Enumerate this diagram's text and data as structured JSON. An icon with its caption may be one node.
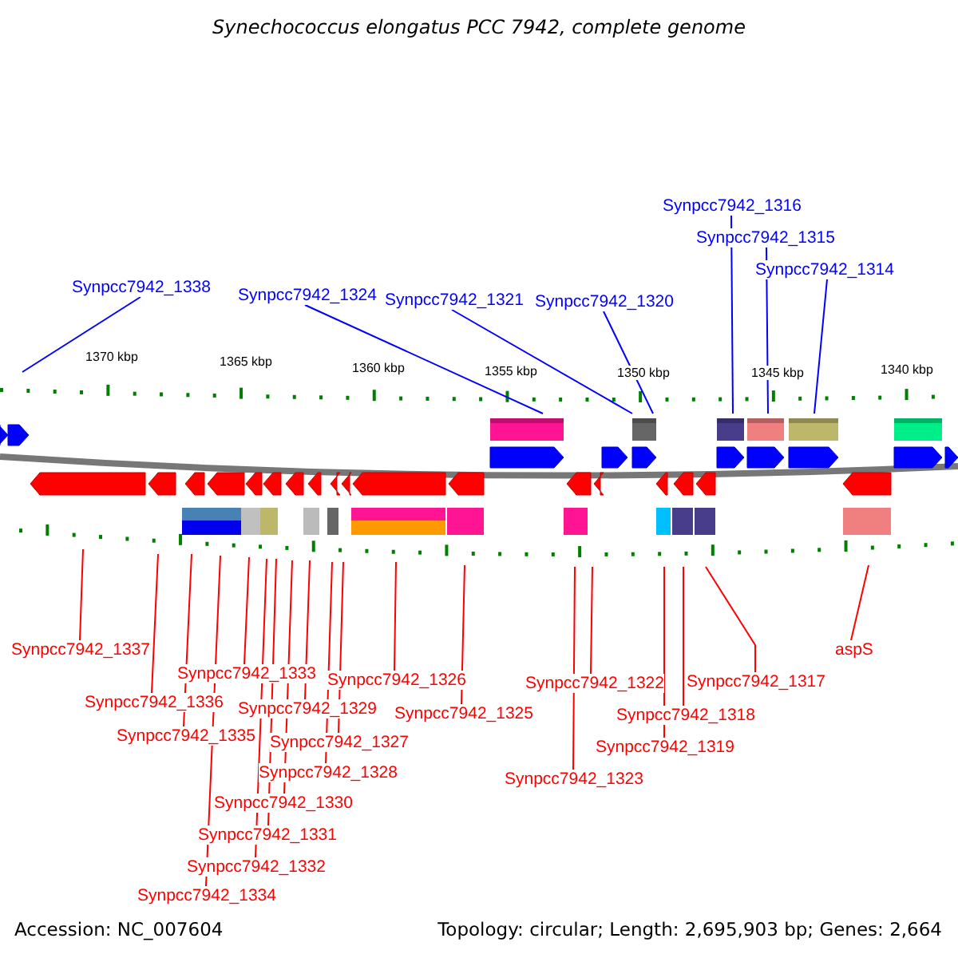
{
  "diagram": {
    "title": "Synechococcus elongatus PCC 7942, complete genome",
    "nodes": [
      {
        "text": [
          "Synpcc7942_1316"
        ]
      },
      {
        "text": [
          "Synpcc7942_1315"
        ]
      },
      {
        "text": [
          "Synpcc7942_1314"
        ]
      },
      {
        "text": [
          "Synpcc7942_1338"
        ]
      },
      {
        "text": [
          "Synpcc7942_1324"
        ]
      },
      {
        "text": [
          "Synpcc7942_1321"
        ]
      },
      {
        "text": [
          "Synpcc7942_1320"
        ]
      },
      {
        "text": [
          "Synpcc7942_1337"
        ]
      },
      {
        "text": [
          "aspS"
        ]
      },
      {
        "text": [
          "Synpcc7942_1333"
        ]
      },
      {
        "text": [
          "Synpcc7942_1326"
        ]
      },
      {
        "text": [
          "Synpcc7942_1317"
        ]
      },
      {
        "text": [
          "Synpcc7942_1322"
        ]
      },
      {
        "text": [
          "Synpcc7942_1336"
        ]
      },
      {
        "text": [
          "Synpcc7942_1329"
        ]
      },
      {
        "text": [
          "Synpcc7942_1325"
        ]
      },
      {
        "text": [
          "Synpcc7942_1318"
        ]
      },
      {
        "text": [
          "Synpcc7942_1335"
        ]
      },
      {
        "text": [
          "Synpcc7942_1327"
        ]
      },
      {
        "text": [
          "Synpcc7942_1319"
        ]
      },
      {
        "text": [
          "Synpcc7942_1328"
        ]
      },
      {
        "text": [
          "Synpcc7942_1323"
        ]
      },
      {
        "text": [
          "Synpcc7942_1330"
        ]
      },
      {
        "text": [
          "Synpcc7942_1331"
        ]
      },
      {
        "text": [
          "Synpcc7942_1332"
        ]
      },
      {
        "text": [
          "Synpcc7942_1334"
        ]
      }
    ],
    "edges": [
      {
        "from": 0,
        "to": null,
        "arrow": "none",
        "color": "#0000ff"
      },
      {
        "from": 1,
        "to": null,
        "arrow": "none",
        "color": "#0000ff"
      },
      {
        "from": 2,
        "to": null,
        "arrow": "none",
        "color": "#0000ff"
      },
      {
        "from": 3,
        "to": null,
        "arrow": "none",
        "color": "#0000ff"
      },
      {
        "from": 4,
        "to": null,
        "arrow": "none",
        "color": "#0000ff"
      },
      {
        "from": 5,
        "to": null,
        "arrow": "none",
        "color": "#0000ff"
      },
      {
        "from": 6,
        "to": null,
        "arrow": "none",
        "color": "#0000ff"
      },
      {
        "from": 7,
        "to": null,
        "arrow": "none"
      },
      {
        "from": 8,
        "to": null,
        "arrow": "none"
      },
      {
        "from": 9,
        "to": null,
        "arrow": "none"
      },
      {
        "from": 10,
        "to": null,
        "arrow": "none"
      },
      {
        "from": 11,
        "to": null,
        "arrow": "none"
      },
      {
        "from": 12,
        "to": null,
        "arrow": "none"
      },
      {
        "from": 13,
        "to": null,
        "arrow": "none"
      },
      {
        "from": 14,
        "to": null,
        "arrow": "none"
      },
      {
        "from": 15,
        "to": null,
        "arrow": "none"
      },
      {
        "from": 16,
        "to": null,
        "arrow": "none"
      },
      {
        "from": 17,
        "to": null,
        "arrow": "none"
      },
      {
        "from": 18,
        "to": null,
        "arrow": "none"
      },
      {
        "from": 19,
        "to": null,
        "arrow": "none"
      },
      {
        "from": 20,
        "to": null,
        "arrow": "none"
      },
      {
        "from": 21,
        "to": null,
        "arrow": "none"
      },
      {
        "from": 22,
        "to": null,
        "arrow": "none"
      },
      {
        "from": 23,
        "to": null,
        "arrow": "none"
      },
      {
        "from": 24,
        "to": null,
        "arrow": "none"
      },
      {
        "from": 25,
        "to": null,
        "arrow": "none"
      }
    ],
    "labels": [
      "1370 kbp",
      "1365 kbp",
      "1360 kbp",
      "1355 kbp",
      "1350 kbp",
      "1345 kbp",
      "1340 kbp",
      "Accession: NC_007604",
      "Topology: circular; Length: 2,695,903 bp; Genes: 2,664"
    ]
  }
}
